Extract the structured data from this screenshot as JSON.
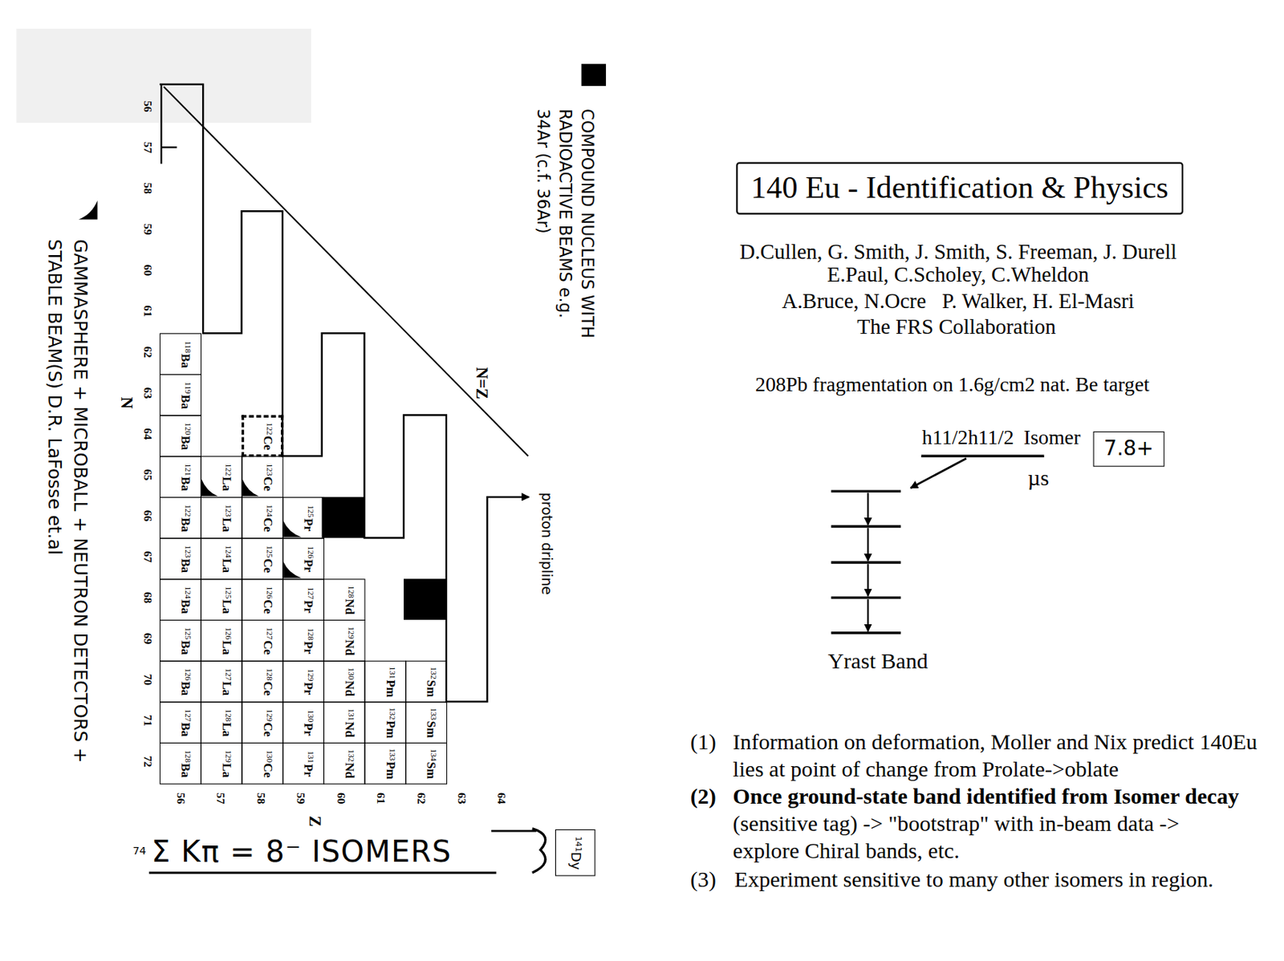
{
  "diagram": {
    "title": "140 Eu - Identification & Physics",
    "nodes": [
      {
        "text": [
          "118",
          "Ba"
        ]
      },
      {
        "text": [
          "119",
          "Ba"
        ]
      },
      {
        "text": [
          "120",
          "Ba"
        ]
      },
      {
        "text": [
          "121",
          "Ba"
        ]
      },
      {
        "text": [
          "122",
          "Ba"
        ]
      },
      {
        "text": [
          "123",
          "Ba"
        ]
      },
      {
        "text": [
          "124",
          "Ba"
        ]
      },
      {
        "text": [
          "125",
          "Ba"
        ]
      },
      {
        "text": [
          "126",
          "Ba"
        ]
      },
      {
        "text": [
          "127",
          "Ba"
        ]
      },
      {
        "text": [
          "128",
          "Ba"
        ]
      },
      {
        "text": [
          "122",
          "La"
        ]
      },
      {
        "text": [
          "123",
          "La"
        ]
      },
      {
        "text": [
          "124",
          "La"
        ]
      },
      {
        "text": [
          "125",
          "La"
        ]
      },
      {
        "text": [
          "126",
          "La"
        ]
      },
      {
        "text": [
          "127",
          "La"
        ]
      },
      {
        "text": [
          "128",
          "La"
        ]
      },
      {
        "text": [
          "129",
          "La"
        ]
      },
      {
        "text": [
          "122",
          "Ce"
        ]
      },
      {
        "text": [
          "123",
          "Ce"
        ]
      },
      {
        "text": [
          "124",
          "Ce"
        ]
      },
      {
        "text": [
          "125",
          "Ce"
        ]
      },
      {
        "text": [
          "126",
          "Ce"
        ]
      },
      {
        "text": [
          "127",
          "Ce"
        ]
      },
      {
        "text": [
          "128",
          "Ce"
        ]
      },
      {
        "text": [
          "129",
          "Ce"
        ]
      },
      {
        "text": [
          "130",
          "Ce"
        ]
      },
      {
        "text": [
          "125",
          "Pr"
        ]
      },
      {
        "text": [
          "126",
          "Pr"
        ]
      },
      {
        "text": [
          "127",
          "Pr"
        ]
      },
      {
        "text": [
          "128",
          "Pr"
        ]
      },
      {
        "text": [
          "129",
          "Pr"
        ]
      },
      {
        "text": [
          "130",
          "Pr"
        ]
      },
      {
        "text": [
          "131",
          "Pr"
        ]
      },
      {
        "text": [
          "128",
          "Nd"
        ]
      },
      {
        "text": [
          "129",
          "Nd"
        ]
      },
      {
        "text": [
          "130",
          "Nd"
        ]
      },
      {
        "text": [
          "131",
          "Nd"
        ]
      },
      {
        "text": [
          "132",
          "Nd"
        ]
      },
      {
        "text": [
          "131",
          "Pm"
        ]
      },
      {
        "text": [
          "132",
          "Pm"
        ]
      },
      {
        "text": [
          "133",
          "Pm"
        ]
      },
      {
        "text": [
          "132",
          "Sm"
        ]
      },
      {
        "text": [
          "133",
          "Sm"
        ]
      },
      {
        "text": [
          "134",
          "Sm"
        ]
      },
      {
        "text": [
          "141",
          "Dy"
        ]
      },
      {
        "text": [
          "140 Eu - Identification & Physics"
        ]
      },
      {
        "text": [
          "7.8+"
        ]
      }
    ],
    "labels": [
      "56",
      "57",
      "58",
      "59",
      "60",
      "61",
      "62",
      "63",
      "64",
      "65",
      "66",
      "67",
      "68",
      "69",
      "70",
      "71",
      "72",
      "N",
      "56",
      "57",
      "58",
      "59",
      "60",
      "61",
      "62",
      "63",
      "64",
      "Z",
      "N=Z",
      "proton dripline",
      "74",
      "Σ Kπ = 8⁻ ISOMERS",
      "D.Cullen, G. Smith, J. Smith, S. Freeman, J. Durell",
      "E.Paul, C.Scholey, C.Wheldon",
      "A.Bruce, N.Ocre   P. Walker, H. El-Masri",
      "The FRS Collaboration",
      "208Pb fragmentation on 1.6g/cm2 nat. Be target",
      "h11/2h11/2",
      "Isomer",
      "µs",
      "Yrast Band",
      "(1)",
      "Information on deformation, Moller and Nix predict 140Eu lies at point of change from Prolate->oblate",
      "(2)",
      "Once ground-state band identified from Isomer decay (sensitive tag) -> \"bootstrap\" with in-beam data -> explore Chiral bands, etc.",
      "(3)",
      "Experiment sensitive to many other isomers in region."
    ],
    "legend": [
      {
        "text": "COMPOUND NUCLEUS WITH RADIOACTIVE BEAMS e.g. 34Ar (c.f. 36Ar)",
        "color": "#000000"
      },
      {
        "text": "GAMMASPHERE + MICROBALL + NEUTRON DETECTORS + STABLE BEAM(S) D.R. LaFosse et.al"
      }
    ]
  }
}
